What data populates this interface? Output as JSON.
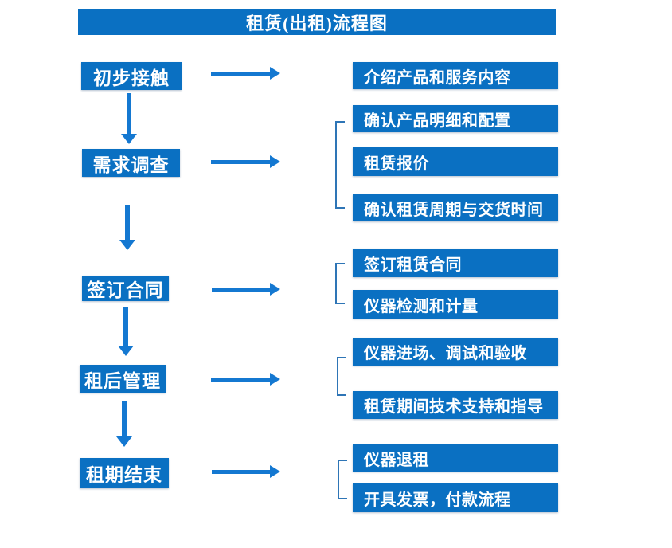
{
  "title": "租赁(出租)流程图",
  "colors": {
    "box": "#0a70c2",
    "arrow": "#1478d1",
    "bracket": "#2e75b6",
    "text": "#ffffff",
    "background": "#ffffff"
  },
  "stages": [
    {
      "label": "初步接触"
    },
    {
      "label": "需求调查"
    },
    {
      "label": "签订合同"
    },
    {
      "label": "租后管理"
    },
    {
      "label": "租期结束"
    }
  ],
  "details": [
    {
      "items": [
        "介绍产品和服务内容"
      ]
    },
    {
      "items": [
        "确认产品明细和配置",
        "租赁报价",
        "确认租赁周期与交货时间"
      ]
    },
    {
      "items": [
        "签订租赁合同",
        "仪器检测和计量"
      ]
    },
    {
      "items": [
        "仪器进场、调试和验收",
        "租赁期间技术支持和指导"
      ]
    },
    {
      "items": [
        "仪器退租",
        "开具发票，付款流程"
      ]
    }
  ]
}
